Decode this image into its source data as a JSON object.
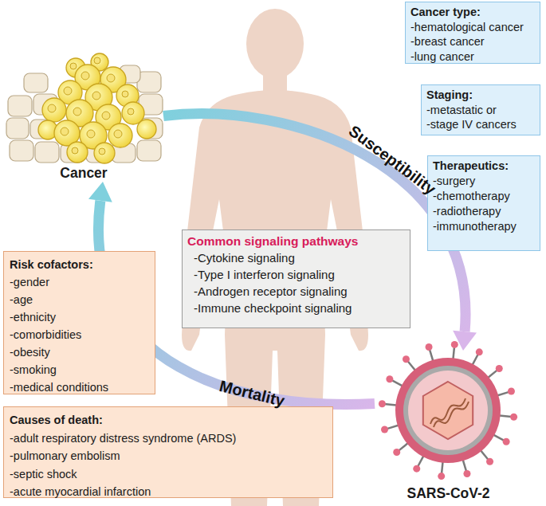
{
  "diagram": {
    "nodes": [
      {
        "text": [
          "Cancer type:",
          "-hematological cancer",
          "-breast cancer",
          "-lung cancer"
        ]
      },
      {
        "text": [
          "Cancer"
        ]
      },
      {
        "text": [
          "Staging:",
          "-metastatic or",
          "-stage IV cancers"
        ]
      },
      {
        "text": [
          "Therapeutics:",
          "-surgery",
          "-chemotherapy",
          "-radiotherapy",
          "-immunotherapy"
        ]
      },
      {
        "text": [
          "Common signaling pathways",
          "-Cytokine signaling",
          "-Type I interferon signaling",
          "-Androgen receptor signaling",
          "-Immune checkpoint signaling"
        ]
      },
      {
        "text": [
          "Risk cofactors:",
          "-gender",
          "-age",
          "-ethnicity",
          "-comorbidities",
          "-obesity",
          "-smoking",
          "-medical conditions"
        ]
      },
      {
        "text": [
          "Causes of death:",
          "-adult respiratory distress syndrome (ARDS)",
          "-pulmonary embolism",
          "-septic shock",
          "-acute myocardial infarction"
        ]
      },
      {
        "text": [
          "SARS-CoV-2"
        ]
      }
    ],
    "edges": [
      {
        "from": 1,
        "to": 7,
        "label": "Susceptibility",
        "arrow": "to"
      },
      {
        "from": 7,
        "to": 1,
        "label": "Mortality",
        "arrow": "to"
      }
    ]
  }
}
